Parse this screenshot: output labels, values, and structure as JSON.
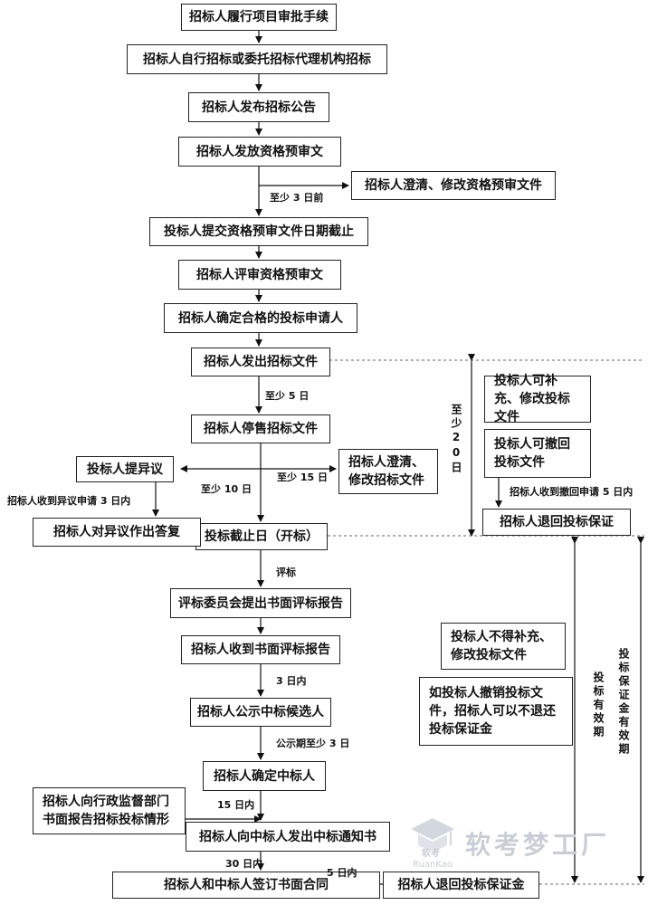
{
  "steps": {
    "s1": "招标人履行项目审批手续",
    "s2": "招标人自行招标或委托招标代理机构招标",
    "s3": "招标人发布招标公告",
    "s4": "招标人发放资格预审文",
    "s5": "投标人提交资格预审文件日期截止",
    "s6": "招标人评审资格预审文",
    "s7": "招标人确定合格的投标申请人",
    "s8": "招标人发出招标文件",
    "s9": "招标人停售招标文件",
    "s10": "投标截止日（开标）",
    "s11": "评标委员会提出书面评标报告",
    "s12": "招标人收到书面评标报告",
    "s13": "招标人公示中标候选人",
    "s14": "招标人确定中标人",
    "s15": "招标人向中标人发出中标通知书",
    "s16": "招标人和中标人签订书面合同",
    "s17": "招标人退回投标保证金"
  },
  "side": {
    "clarify_prequal": "招标人澄清、修改资格预审文件",
    "clarify_tender": "招标人澄清、修改招标文件",
    "objection": "投标人提异议",
    "reply_objection": "招标人对异议作出答复",
    "bidder_supplement": "投标人可补充、修改投标文件",
    "bidder_withdraw": "投标人可撤回投标文件",
    "refund_deposit": "招标人退回投标保证",
    "no_supplement": "投标人不得补充、修改投标文件",
    "withdraw_note": "如投标人撤销投标文件，招标人可以不退还投标保证金",
    "report_admin": "招标人向行政监督部门书面报告招标投标情形"
  },
  "labels": {
    "at_least_3_days_before": "至少 3 日前",
    "at_least_5_days": "至少 5 日",
    "at_least_15_days": "至少 15 日",
    "at_least_10_days": "至少 10 日",
    "objection_received": "招标人收到异议申请 3 日内",
    "withdraw_received": "招标人收到撤回申请 5 日内",
    "at_least_20_days": "至少20日",
    "evaluation": "评标",
    "within_3_days": "3 日内",
    "publicity": "公示期至少 3 日",
    "within_15_days": "15 日内",
    "within_30_days": "30 日内",
    "within_5_days": "5 日内",
    "bid_validity": "投标有效期",
    "deposit_validity": "投标保证金有效期"
  },
  "watermark": {
    "name": "软考梦工厂",
    "badge": "软考",
    "pinyin": "RuanKao"
  }
}
